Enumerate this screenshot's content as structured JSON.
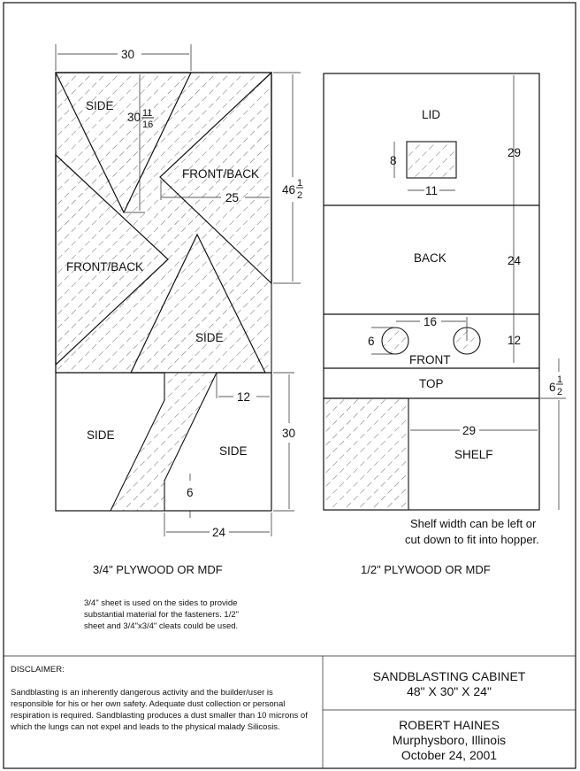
{
  "left_sheet": {
    "material": "3/4\" PLYWOOD OR MDF",
    "pieces": {
      "side_top": "SIDE",
      "front_back_right": "FRONT/BACK",
      "front_back_left": "FRONT/BACK",
      "side_bottom": "SIDE",
      "side_lower_left": "SIDE",
      "side_lower_right": "SIDE"
    },
    "dims": {
      "width": "30",
      "side_height_whole": "30",
      "side_height_num": "11",
      "side_height_den": "16",
      "fb_width": "25",
      "height_whole": "46",
      "height_num": "1",
      "height_den": "2",
      "lower_offset": "12",
      "lower_height": "30",
      "notch": "6",
      "lower_width": "24"
    },
    "note": "3/4\" sheet is used on the sides to provide substantial material for the fasteners.  1/2\" sheet and 3/4\"x3/4\" cleats could be used."
  },
  "right_sheet": {
    "material": "1/2\" PLYWOOD OR MDF",
    "pieces": {
      "lid": "LID",
      "back": "BACK",
      "front": "FRONT",
      "top": "TOP",
      "shelf": "SHELF"
    },
    "dims": {
      "window_h": "8",
      "window_w": "11",
      "lid": "29",
      "back": "24",
      "hole_spacing": "16",
      "hole_dia": "6",
      "front": "12",
      "top_whole": "6",
      "top_num": "1",
      "top_den": "2",
      "shelf": "29"
    },
    "shelf_note_1": "Shelf width can be left or",
    "shelf_note_2": "cut down to fit into hopper."
  },
  "title_block": {
    "disclaimer_heading": "DISCLAIMER:",
    "disclaimer_text": "Sandblasting is an inherently dangerous activity and the builder/user is responsible for his or her own safety.  Adequate dust collection or personal respiration is required.  Sandblasting produces a dust smaller than 10 microns of which the lungs can not expel and leads to the physical malady Silicosis.",
    "title": "SANDBLASTING CABINET",
    "dimensions": "48\" X 30\" X 24\"",
    "author": "ROBERT HAINES",
    "location": "Murphysboro, Illinois",
    "date": "October 24, 2001"
  }
}
